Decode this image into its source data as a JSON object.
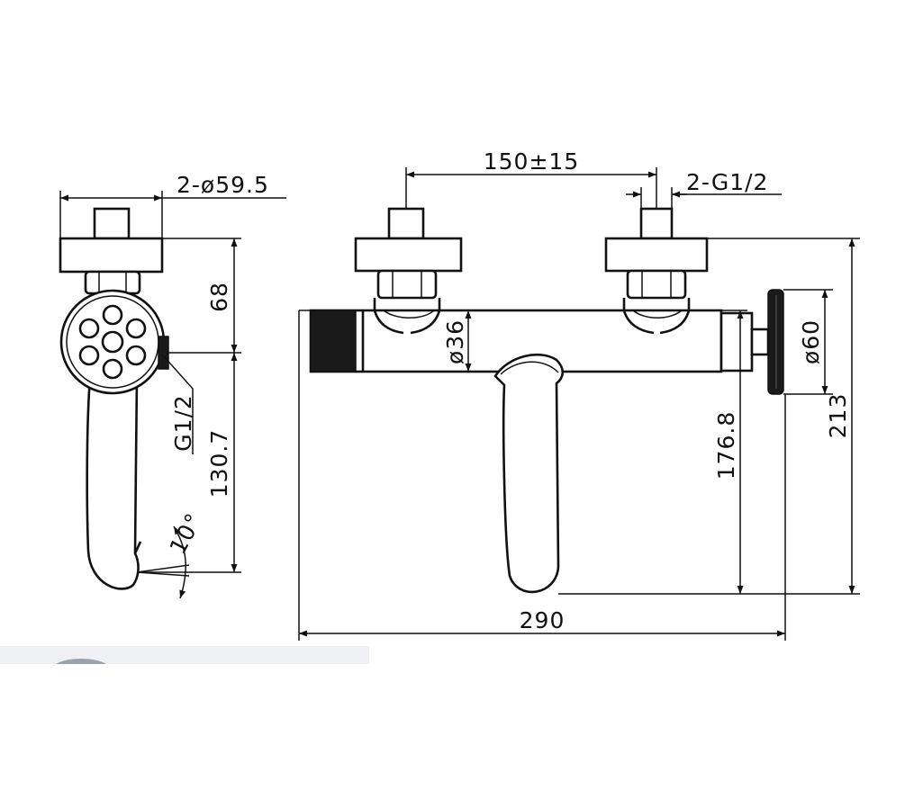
{
  "dimensions": {
    "side_diameter": "2-ø59.5",
    "side_height": "68",
    "side_thread": "G1/2",
    "side_length": "130.7",
    "side_angle": "10°",
    "spacing": "150±15",
    "inlet_thread": "2-G1/2",
    "body_diameter": "ø36",
    "knob_diameter": "ø60",
    "handle_height": "176.8",
    "total_height": "213",
    "total_width": "290"
  }
}
